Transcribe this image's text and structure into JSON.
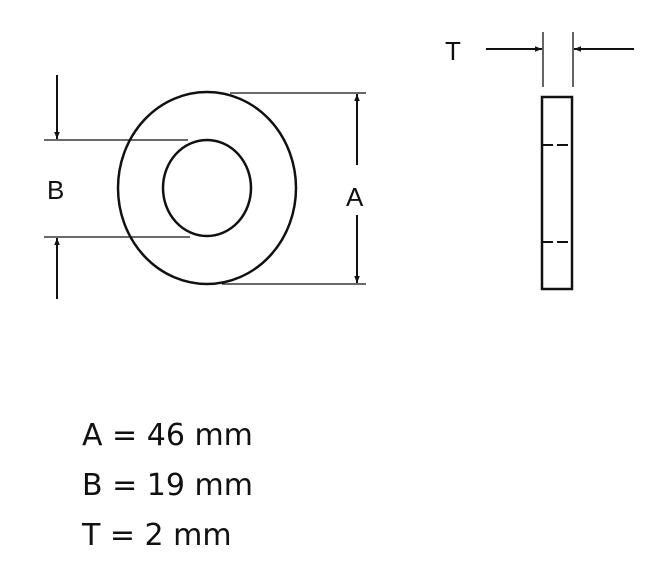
{
  "diagram": {
    "labels": {
      "A": "A",
      "B": "B",
      "T": "T"
    }
  },
  "specs": [
    {
      "name": "A",
      "text": "A = 46 mm"
    },
    {
      "name": "B",
      "text": "B = 19 mm"
    },
    {
      "name": "T",
      "text": "T = 2 mm"
    }
  ]
}
